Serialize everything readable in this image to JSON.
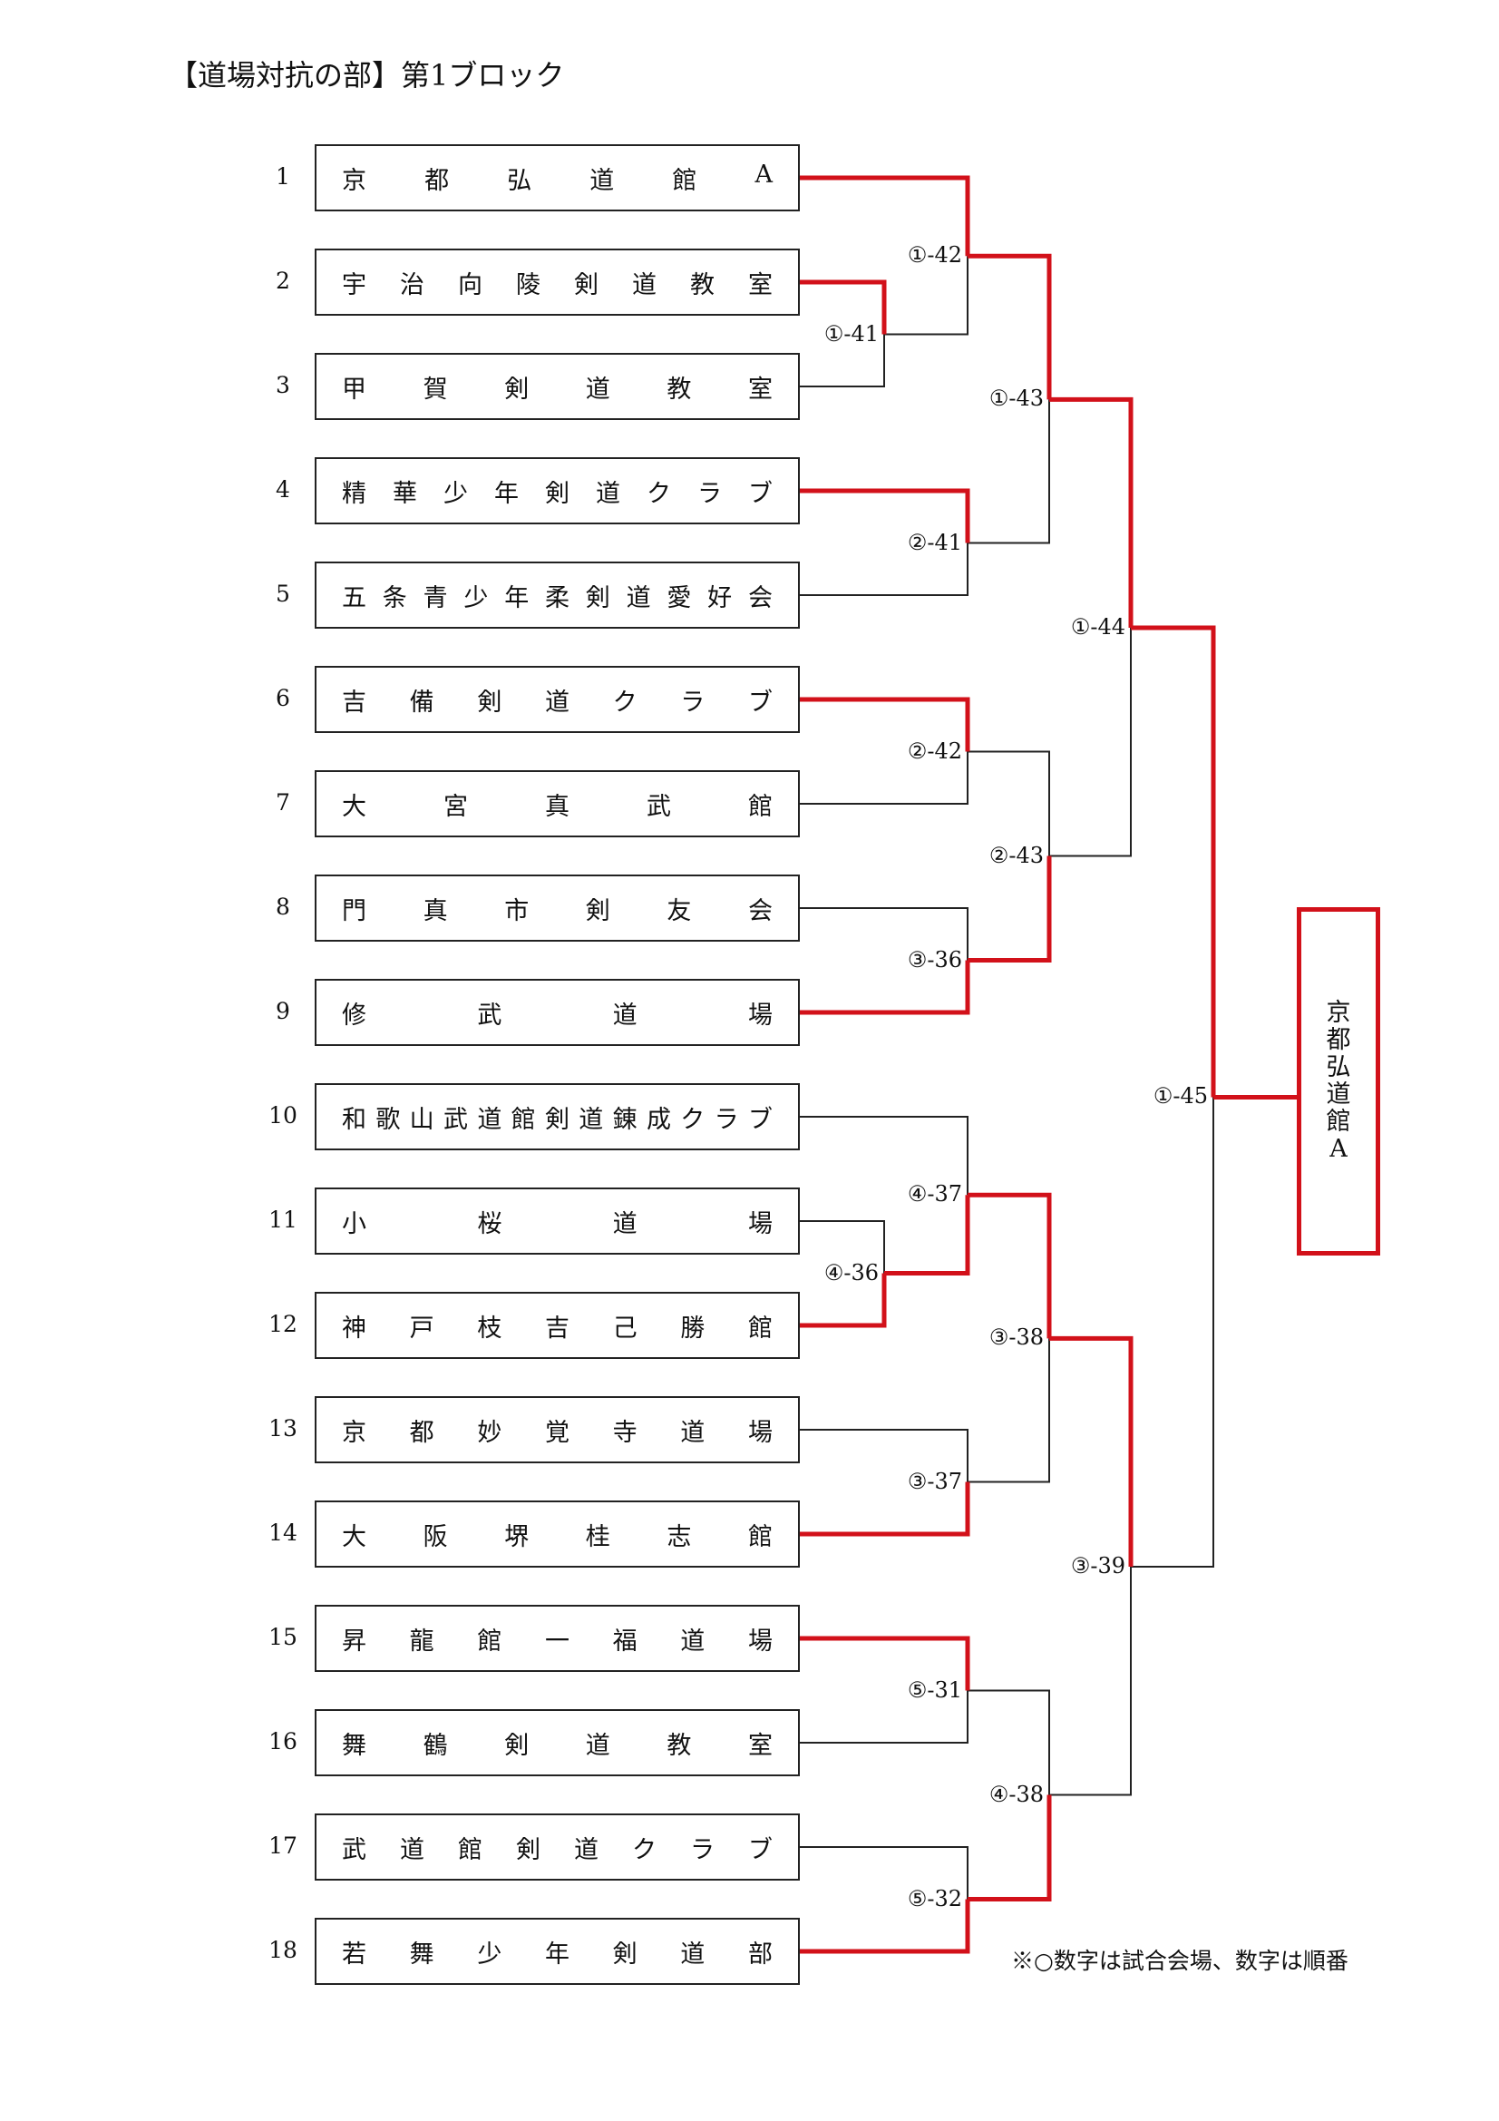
{
  "title": "【道場対抗の部】第1ブロック",
  "colors": {
    "winner_path": "#d2111a",
    "line": "#222222"
  },
  "teams": [
    {
      "seed": "1",
      "name": "京都弘道館A"
    },
    {
      "seed": "2",
      "name": "宇治向陵剣道教室"
    },
    {
      "seed": "3",
      "name": "甲賀剣道教室"
    },
    {
      "seed": "4",
      "name": "精華少年剣道クラブ"
    },
    {
      "seed": "5",
      "name": "五条青少年柔剣道愛好会"
    },
    {
      "seed": "6",
      "name": "吉備剣道クラブ"
    },
    {
      "seed": "7",
      "name": "大宮真武館"
    },
    {
      "seed": "8",
      "name": "門真市剣友会"
    },
    {
      "seed": "9",
      "name": "修武道場"
    },
    {
      "seed": "10",
      "name": "和歌山武道館剣道錬成クラブ"
    },
    {
      "seed": "11",
      "name": "小桜道場"
    },
    {
      "seed": "12",
      "name": "神戸枝吉己勝館"
    },
    {
      "seed": "13",
      "name": "京都妙覚寺道場"
    },
    {
      "seed": "14",
      "name": "大阪堺桂志館"
    },
    {
      "seed": "15",
      "name": "昇龍館一福道場"
    },
    {
      "seed": "16",
      "name": "舞鶴剣道教室"
    },
    {
      "seed": "17",
      "name": "武道館剣道クラブ"
    },
    {
      "seed": "18",
      "name": "若舞少年剣道部"
    }
  ],
  "matches": [
    {
      "id": "m1-41",
      "label": "①-41",
      "winner": "宇治向陵剣道教室"
    },
    {
      "id": "m4-36",
      "label": "④-36",
      "winner": "神戸枝吉己勝館"
    },
    {
      "id": "m1-42",
      "label": "①-42",
      "winner": "京都弘道館A"
    },
    {
      "id": "m2-41",
      "label": "②-41",
      "winner": "精華少年剣道クラブ"
    },
    {
      "id": "m2-42",
      "label": "②-42",
      "winner": "吉備剣道クラブ"
    },
    {
      "id": "m3-36",
      "label": "③-36",
      "winner": "修武道場"
    },
    {
      "id": "m4-37",
      "label": "④-37",
      "winner": "神戸枝吉己勝館"
    },
    {
      "id": "m3-37",
      "label": "③-37",
      "winner": "大阪堺桂志館"
    },
    {
      "id": "m5-31",
      "label": "⑤-31",
      "winner": "昇龍館一福道場"
    },
    {
      "id": "m5-32",
      "label": "⑤-32",
      "winner": "若舞少年剣道部"
    },
    {
      "id": "m1-43",
      "label": "①-43",
      "winner": "京都弘道館A"
    },
    {
      "id": "m2-43",
      "label": "②-43",
      "winner": "修武道場"
    },
    {
      "id": "m3-38",
      "label": "③-38",
      "winner": "神戸枝吉己勝館"
    },
    {
      "id": "m4-38",
      "label": "④-38",
      "winner": "若舞少年剣道部"
    },
    {
      "id": "m1-44",
      "label": "①-44",
      "winner": "京都弘道館A"
    },
    {
      "id": "m3-39",
      "label": "③-39",
      "winner": "神戸枝吉己勝館"
    },
    {
      "id": "m1-45",
      "label": "①-45",
      "winner": "京都弘道館A"
    }
  ],
  "champion": "京都弘道館A",
  "note": "※○数字は試合会場、数字は順番"
}
